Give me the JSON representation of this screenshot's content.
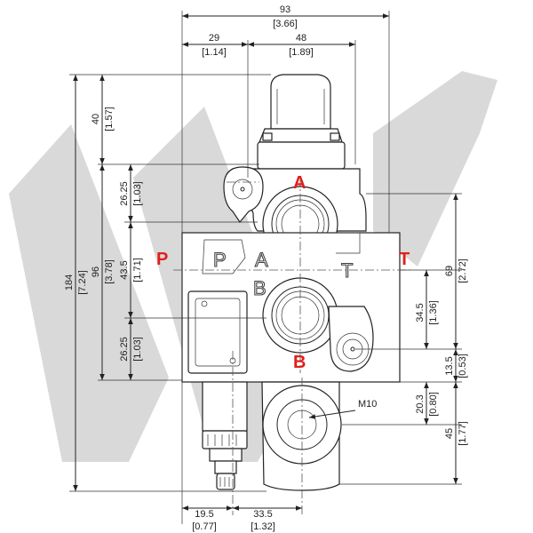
{
  "diagram": {
    "ports": {
      "A": "A",
      "B": "B",
      "P": "P",
      "T": "T"
    },
    "body_marks": {
      "P": "P",
      "A": "A",
      "B": "B",
      "T": "T"
    },
    "thread_label": "M10",
    "dimensions": {
      "top": [
        {
          "mm": "93",
          "in": "[3.66]"
        },
        {
          "mm": "29",
          "in": "[1.14]"
        },
        {
          "mm": "48",
          "in": "[1.89]"
        }
      ],
      "left": [
        {
          "mm": "184",
          "in": "[7.24]"
        },
        {
          "mm": "40",
          "in": "[1.57]"
        },
        {
          "mm": "26.25",
          "in": "[1.03]"
        },
        {
          "mm": "96",
          "in": "[3.78]"
        },
        {
          "mm": "43.5",
          "in": "[1.71]"
        },
        {
          "mm": "26.25",
          "in": "[1.03]"
        }
      ],
      "right": [
        {
          "mm": "69",
          "in": "[2.72]"
        },
        {
          "mm": "34.5",
          "in": "[1.36]"
        },
        {
          "mm": "13.5",
          "in": "[0.53]"
        },
        {
          "mm": "20.3",
          "in": "[0.80]"
        },
        {
          "mm": "45",
          "in": "[1.77]"
        }
      ],
      "bottom": [
        {
          "mm": "19.5",
          "in": "[0.77]"
        },
        {
          "mm": "33.5",
          "in": "[1.32]"
        }
      ]
    },
    "colors": {
      "port_label": "#e0201b",
      "watermark": "#d9d9d9",
      "line": "#222222"
    }
  }
}
